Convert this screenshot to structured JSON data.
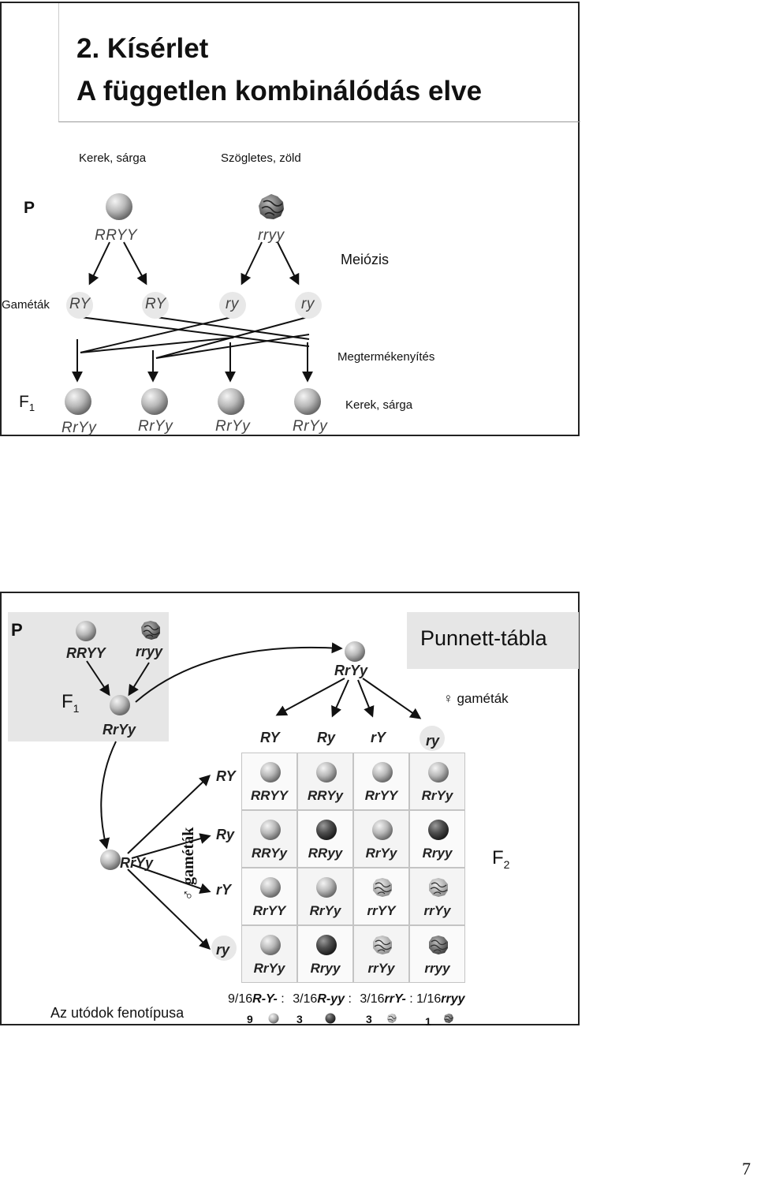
{
  "slide1": {
    "title_line1": "2. Kísérlet",
    "title_line2": "A független kombinálódás elve",
    "parent1_pheno": "Kerek, sárga",
    "parent2_pheno": "Szögletes, zöld",
    "p_label": "P",
    "parent1_geno": "RRYY",
    "parent2_geno": "rryy",
    "meiosis_label": "Meiózis",
    "gametes_label": "Gaméták",
    "gametes": [
      "RY",
      "RY",
      "ry",
      "ry"
    ],
    "fertilization_label": "Megtermékenyítés",
    "f1_label": "F",
    "f1_sub": "1",
    "f1_pheno": "Kerek, sárga",
    "f1_genos": [
      "RrYy",
      "RrYy",
      "RrYy",
      "RrYy"
    ]
  },
  "slide2": {
    "p_label": "P",
    "parent1_geno": "RRYY",
    "parent2_geno": "rryy",
    "f1_label": "F",
    "f1_sub": "1",
    "f1_geno": "RrYy",
    "top_parent_geno": "RrYy",
    "left_parent_geno": "RrYy",
    "punnett_title": "Punnett-tábla",
    "female_gametes_label": "♀ gaméták",
    "male_gametes_label": "♂ gaméták",
    "female_gametes": [
      "RY",
      "Ry",
      "rY",
      "ry"
    ],
    "male_gametes": [
      "RY",
      "Ry",
      "rY",
      "ry"
    ],
    "grid": [
      [
        {
          "g": "RRYY",
          "p": "round-yellow"
        },
        {
          "g": "RRYy",
          "p": "round-yellow"
        },
        {
          "g": "RrYY",
          "p": "round-yellow"
        },
        {
          "g": "RrYy",
          "p": "round-yellow"
        }
      ],
      [
        {
          "g": "RRYy",
          "p": "round-yellow"
        },
        {
          "g": "RRyy",
          "p": "round-green"
        },
        {
          "g": "RrYy",
          "p": "round-yellow"
        },
        {
          "g": "Rryy",
          "p": "round-green"
        }
      ],
      [
        {
          "g": "RrYY",
          "p": "round-yellow"
        },
        {
          "g": "RrYy",
          "p": "round-yellow"
        },
        {
          "g": "rrYY",
          "p": "wrinkled-yellow"
        },
        {
          "g": "rrYy",
          "p": "wrinkled-yellow"
        }
      ],
      [
        {
          "g": "RrYy",
          "p": "round-yellow"
        },
        {
          "g": "Rryy",
          "p": "round-green"
        },
        {
          "g": "rrYy",
          "p": "wrinkled-yellow"
        },
        {
          "g": "rryy",
          "p": "wrinkled-green"
        }
      ]
    ],
    "f2_label": "F",
    "f2_sub": "2",
    "offspring_label": "Az utódok fenotípusa",
    "ratios": {
      "r1_frac": "9/16",
      "r1_geno": "R-Y-",
      "r1_sep": " :",
      "r2_frac": "3/16",
      "r2_geno": "R-yy",
      "r2_sep": " :",
      "r3_frac": "3/16",
      "r3_geno": "rrY-",
      "r3_sep": " :",
      "r4_frac": "1/16",
      "r4_geno": "rryy"
    },
    "counts": [
      "9",
      "3",
      "3",
      "1"
    ]
  },
  "page_number": "7"
}
